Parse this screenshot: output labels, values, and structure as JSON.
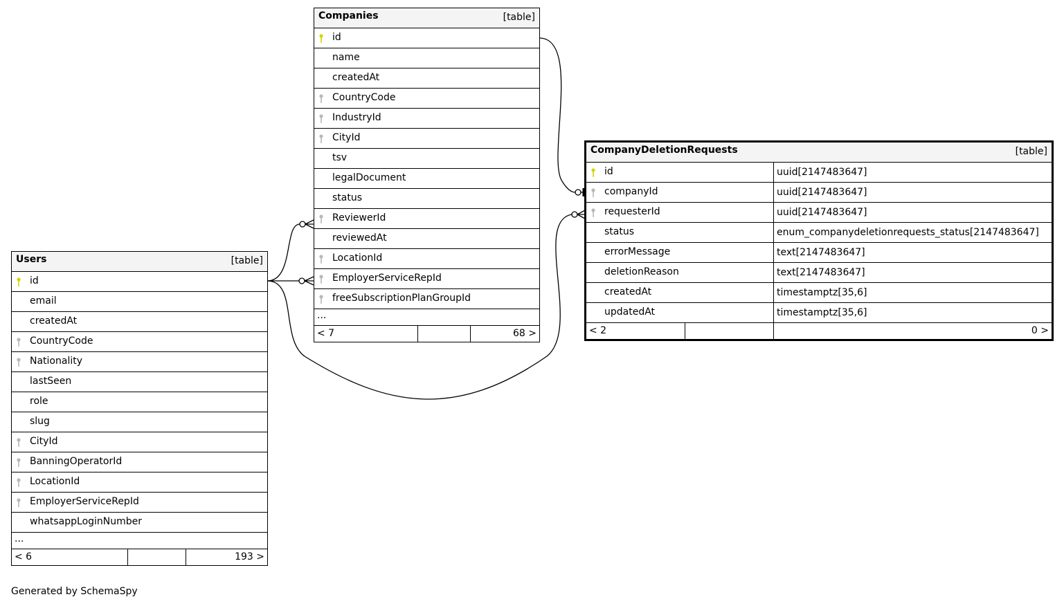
{
  "tables": [
    {
      "id": "companies",
      "name": "Companies",
      "kind": "[table]",
      "columns": [
        {
          "name": "id",
          "key": "pk"
        },
        {
          "name": "name"
        },
        {
          "name": "createdAt"
        },
        {
          "name": "CountryCode",
          "key": "fk"
        },
        {
          "name": "IndustryId",
          "key": "fk"
        },
        {
          "name": "CityId",
          "key": "fk"
        },
        {
          "name": "tsv"
        },
        {
          "name": "legalDocument"
        },
        {
          "name": "status"
        },
        {
          "name": "ReviewerId",
          "key": "fk"
        },
        {
          "name": "reviewedAt"
        },
        {
          "name": "LocationId",
          "key": "fk"
        },
        {
          "name": "EmployerServiceRepId",
          "key": "fk"
        },
        {
          "name": "freeSubscriptionPlanGroupId",
          "key": "fk"
        }
      ],
      "more": "...",
      "footer": {
        "parents": "< 7",
        "middle": "",
        "children": "68 >"
      }
    },
    {
      "id": "users",
      "name": "Users",
      "kind": "[table]",
      "columns": [
        {
          "name": "id",
          "key": "pk"
        },
        {
          "name": "email"
        },
        {
          "name": "createdAt"
        },
        {
          "name": "CountryCode",
          "key": "fk"
        },
        {
          "name": "Nationality",
          "key": "fk"
        },
        {
          "name": "lastSeen"
        },
        {
          "name": "role"
        },
        {
          "name": "slug"
        },
        {
          "name": "CityId",
          "key": "fk"
        },
        {
          "name": "BanningOperatorId",
          "key": "fk"
        },
        {
          "name": "LocationId",
          "key": "fk"
        },
        {
          "name": "EmployerServiceRepId",
          "key": "fk"
        },
        {
          "name": "whatsappLoginNumber"
        }
      ],
      "more": "...",
      "footer": {
        "parents": "< 6",
        "middle": "",
        "children": "193 >"
      }
    },
    {
      "id": "companydeletionrequests",
      "name": "CompanyDeletionRequests",
      "kind": "[table]",
      "columns": [
        {
          "name": "id",
          "key": "pk",
          "type": "uuid[2147483647]"
        },
        {
          "name": "companyId",
          "key": "fk",
          "type": "uuid[2147483647]"
        },
        {
          "name": "requesterId",
          "key": "fk",
          "type": "uuid[2147483647]"
        },
        {
          "name": "status",
          "type": "enum_companydeletionrequests_status[2147483647]"
        },
        {
          "name": "errorMessage",
          "type": "text[2147483647]"
        },
        {
          "name": "deletionReason",
          "type": "text[2147483647]"
        },
        {
          "name": "createdAt",
          "type": "timestamptz[35,6]"
        },
        {
          "name": "updatedAt",
          "type": "timestamptz[35,6]"
        }
      ],
      "footer": {
        "parents": "< 2",
        "middle": "",
        "children": "0 >"
      }
    }
  ],
  "colors": {
    "pk": "#d4d400",
    "fk": "#b8b8b8",
    "header": "#f4f4f4"
  },
  "generated_by": "Generated by SchemaSpy"
}
